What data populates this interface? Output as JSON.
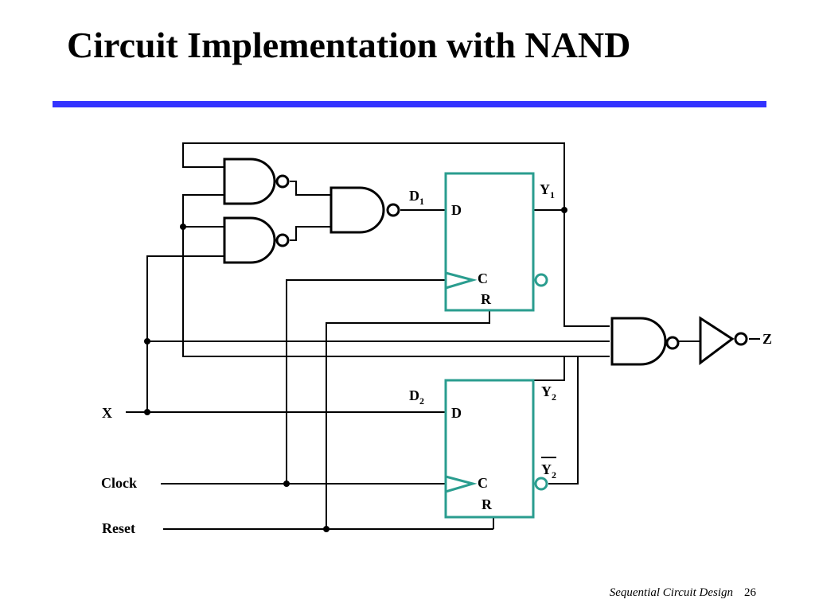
{
  "slide": {
    "title": "Circuit Implementation with NAND",
    "footer_course": "Sequential Circuit Design",
    "page_number": "26"
  },
  "colors": {
    "title_rule": "#3333ff",
    "flip_flop": "#2a9d8f",
    "wire": "#000000"
  },
  "diagram": {
    "inputs": [
      "X",
      "Clock",
      "Reset"
    ],
    "output": "Z",
    "flip_flops": [
      {
        "d_label": "D",
        "d_sub": "1",
        "pin_d": "D",
        "pin_c": "C",
        "pin_r": "R",
        "q_label": "Y",
        "q_sub": "1"
      },
      {
        "d_label": "D",
        "d_sub": "2",
        "pin_d": "D",
        "pin_c": "C",
        "pin_r": "R",
        "q_label": "Y",
        "q_sub": "2",
        "qbar_label": "Y",
        "qbar_sub": "2"
      }
    ]
  }
}
